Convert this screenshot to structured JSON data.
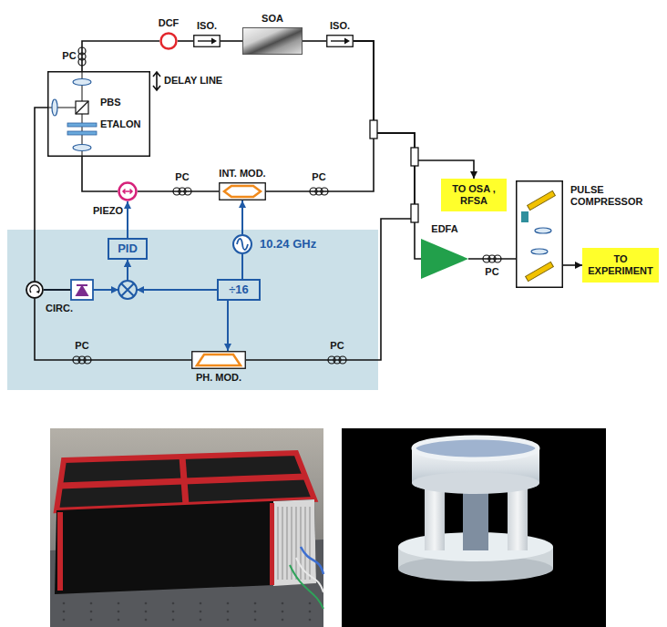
{
  "diagram": {
    "nodes": [
      {
        "text": [
          "DCF"
        ]
      },
      {
        "text": [
          "ISO."
        ]
      },
      {
        "text": [
          "SOA"
        ]
      },
      {
        "text": [
          "ISO."
        ]
      },
      {
        "text": [
          "DELAY LINE",
          "PBS",
          "ETALON"
        ]
      },
      {
        "text": [
          "PIEZO"
        ]
      },
      {
        "text": [
          "INT. MOD."
        ]
      },
      {
        "text": [
          "10.24 GHz"
        ]
      },
      {
        "text": [
          "PID"
        ]
      },
      {
        "text": [
          "÷16"
        ]
      },
      {
        "text": [
          "CIRC."
        ]
      },
      {
        "text": [
          "PH. MOD."
        ]
      },
      {
        "text": [
          "TO OSA , RFSA"
        ]
      },
      {
        "text": [
          "EDFA"
        ]
      },
      {
        "text": [
          "PULSE COMPRESSOR"
        ]
      },
      {
        "text": [
          "TO EXPERIMENT"
        ]
      }
    ],
    "edges": [
      {
        "from": 4,
        "to": 0,
        "arrow": "none",
        "label": "PC"
      },
      {
        "from": 0,
        "to": 1,
        "arrow": "none"
      },
      {
        "from": 1,
        "to": 2,
        "arrow": "none"
      },
      {
        "from": 2,
        "to": 3,
        "arrow": "none"
      },
      {
        "from": 3,
        "to": 6,
        "arrow": "none",
        "label": "PC"
      },
      {
        "from": 6,
        "to": 5,
        "arrow": "none",
        "label": "PC"
      },
      {
        "from": 5,
        "to": 4,
        "arrow": "none"
      },
      {
        "from": 3,
        "to": 12,
        "arrow": "to"
      },
      {
        "from": 3,
        "to": 13,
        "arrow": "none"
      },
      {
        "from": 3,
        "to": 11,
        "arrow": "none",
        "label": "PC"
      },
      {
        "from": 11,
        "to": 10,
        "arrow": "none",
        "label": "PC"
      },
      {
        "from": 10,
        "to": 4,
        "arrow": "none"
      },
      {
        "from": 10,
        "to": 8,
        "arrow": "to"
      },
      {
        "from": 9,
        "to": 8,
        "arrow": "to"
      },
      {
        "from": 8,
        "to": 5,
        "arrow": "to"
      },
      {
        "from": 7,
        "to": 6,
        "arrow": "to"
      },
      {
        "from": 7,
        "to": 9,
        "arrow": "none"
      },
      {
        "from": 9,
        "to": 11,
        "arrow": "to"
      },
      {
        "from": 13,
        "to": 14,
        "arrow": "none",
        "label": "PC"
      },
      {
        "from": 14,
        "to": 15,
        "arrow": "to"
      }
    ]
  }
}
